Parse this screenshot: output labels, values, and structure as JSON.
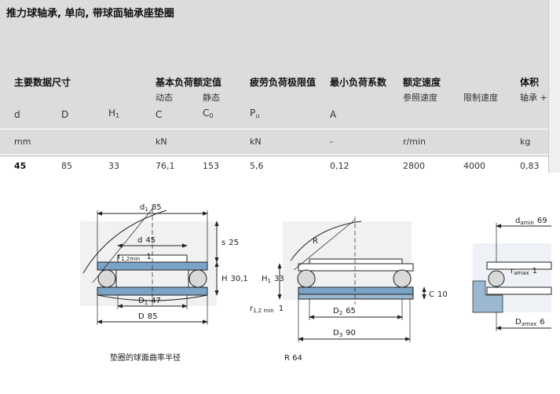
{
  "title": "推力球轴承, 单向, 带球面轴承座垫圈",
  "groups": {
    "main_dims": "主要数据尺寸",
    "basic_load": "基本负荷额定值",
    "fatigue_load": "疲劳负荷极限值",
    "min_load": "最小负荷系数",
    "rated_speed": "额定速度",
    "mass": "体积"
  },
  "subheaders": {
    "dynamic": "动态",
    "static": "静态",
    "ref_speed": "参照速度",
    "limit_speed": "限制速度",
    "bearing_plus": "轴承 +"
  },
  "symbols": {
    "d": "d",
    "D": "D",
    "H": "H",
    "H_sub": "1",
    "C": "C",
    "C0": "C",
    "C0_sub": "0",
    "Pu": "P",
    "Pu_sub": "u",
    "A": "A"
  },
  "units": {
    "mm": "mm",
    "kN1": "kN",
    "kN2": "kN",
    "dash": "-",
    "rmin": "r/min",
    "kg": "kg"
  },
  "row": {
    "d": "45",
    "D": "85",
    "H1": "33",
    "C": "76,1",
    "C0": "153",
    "Pu": "5,6",
    "A": "0,12",
    "ref_speed": "2800",
    "limit_speed": "4000",
    "mass": "0,83"
  },
  "drawing1": {
    "d1_label": "d",
    "d1_sub": "1",
    "d1_val": "85",
    "d_label": "d",
    "d_val": "45",
    "s_label": "s",
    "s_val": "25",
    "r_label": "r",
    "r_sub": "1,2min",
    "r_val": "1",
    "H_label": "H",
    "H_val": "30,1",
    "D1_label": "D",
    "D1_sub": "1",
    "D1_val": "47",
    "D_label": "D",
    "D_val": "85",
    "caption": "垫圈的球面曲率半径"
  },
  "drawing2": {
    "R_label": "R",
    "H1_label": "H",
    "H1_sub": "1",
    "H1_val": "33",
    "r_label": "r",
    "r_sub": "1,2 min",
    "r_val": "1",
    "C_label": "C",
    "C_val": "10",
    "D2_label": "D",
    "D2_sub": "2",
    "D2_val": "65",
    "D3_label": "D",
    "D3_sub": "3",
    "D3_val": "90",
    "caption": "R 64"
  },
  "drawing3": {
    "da_label": "d",
    "da_sub": "amin",
    "da_val": "69",
    "ra_label": "r",
    "ra_sub": "amax",
    "ra_val": "1",
    "Da_label": "D",
    "Da_sub": "amax",
    "Da_val": "6"
  },
  "colors": {
    "header_bg": "#dcdcdc",
    "section_blue": "#9bb8d0",
    "ring_blue": "#7aa3c5",
    "ball_gray": "#d9d9d9"
  }
}
